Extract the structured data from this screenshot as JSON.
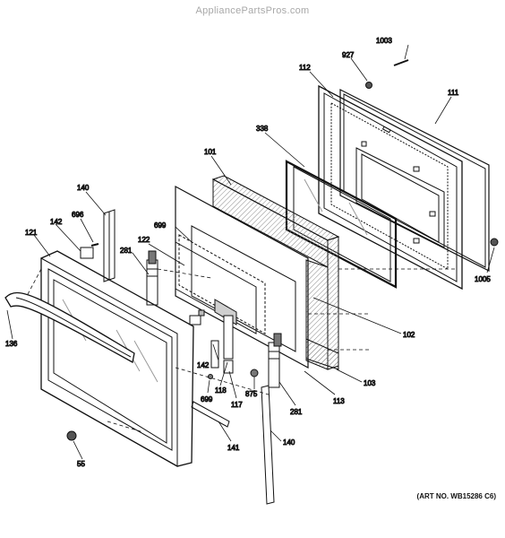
{
  "watermark": "AppliancePartsPros.com",
  "art_number": "(ART NO. WB15286 C6)",
  "colors": {
    "line": "#111111",
    "hatch": "#8a8a8a",
    "watermark": "#a8a8a8"
  },
  "callouts": {
    "p1003": "1003",
    "p927": "927",
    "p112": "112",
    "p111": "111",
    "p338": "338",
    "p101": "101",
    "p140a": "140",
    "p696": "696",
    "p142a": "142",
    "p699a": "699",
    "p121": "121",
    "p281a": "281",
    "p122": "122",
    "p136": "136",
    "p1005": "1005",
    "p102": "102",
    "p103": "103",
    "p113": "113",
    "p142b": "142",
    "p118": "118",
    "p699b": "699",
    "p875": "875",
    "p117": "117",
    "p281b": "281",
    "p141": "141",
    "p140b": "140",
    "p55": "55"
  }
}
